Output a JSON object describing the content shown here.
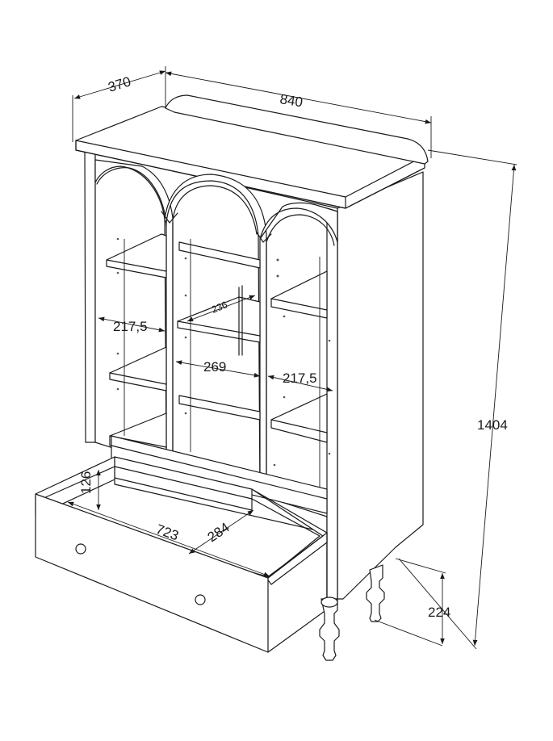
{
  "dimensions": {
    "depth": "370",
    "width": "840",
    "height": "1404",
    "left_compartment_width": "217,5",
    "center_compartment_width": "269",
    "right_compartment_width": "217,5",
    "shelf_depth": "236",
    "drawer_height": "126",
    "drawer_inner_width": "723",
    "drawer_inner_depth": "284",
    "leg_height": "224"
  },
  "colors": {
    "line": "#1a1a1a",
    "background": "#ffffff"
  }
}
